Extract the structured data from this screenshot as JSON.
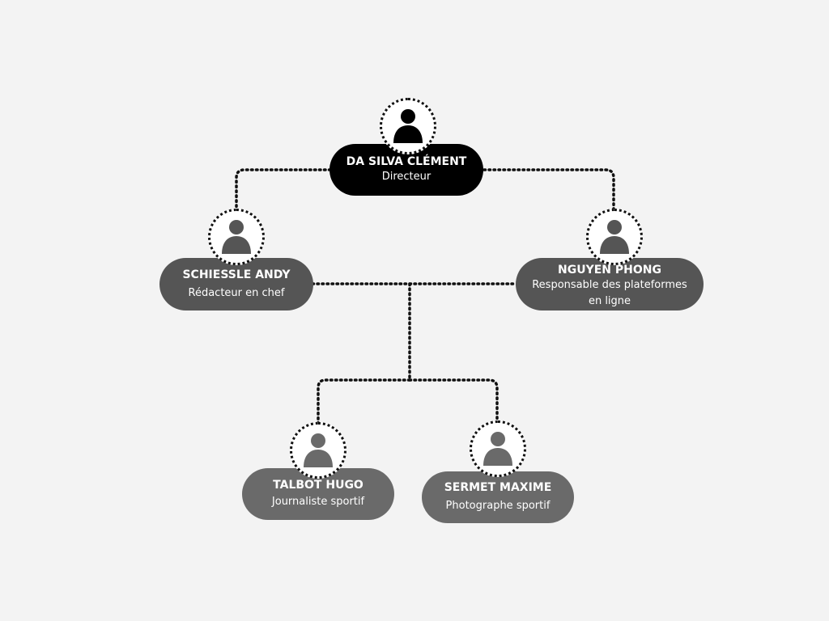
{
  "colors": {
    "background": "#f3f3f3",
    "director": "#000000",
    "level2": "#555555",
    "level3": "#6a6a6a",
    "connector": "#111111",
    "avatar_bg": "#ffffff"
  },
  "nodes": {
    "director": {
      "name": "DA SILVA CLÉMENT",
      "role": "Directeur",
      "icon": "person-icon"
    },
    "schiessle": {
      "name": "SCHIESSLE ANDY",
      "role": "Rédacteur en chef",
      "icon": "person-icon"
    },
    "nguyen": {
      "name": "NGUYEN PHONG",
      "role_line1": "Responsable des plateformes",
      "role_line2": "en ligne",
      "icon": "person-icon"
    },
    "talbot": {
      "name": "TALBOT HUGO",
      "role": "Journaliste sportif",
      "icon": "person-icon"
    },
    "sermet": {
      "name": "SERMET MAXIME",
      "role": "Photographe sportif",
      "icon": "person-icon"
    }
  }
}
